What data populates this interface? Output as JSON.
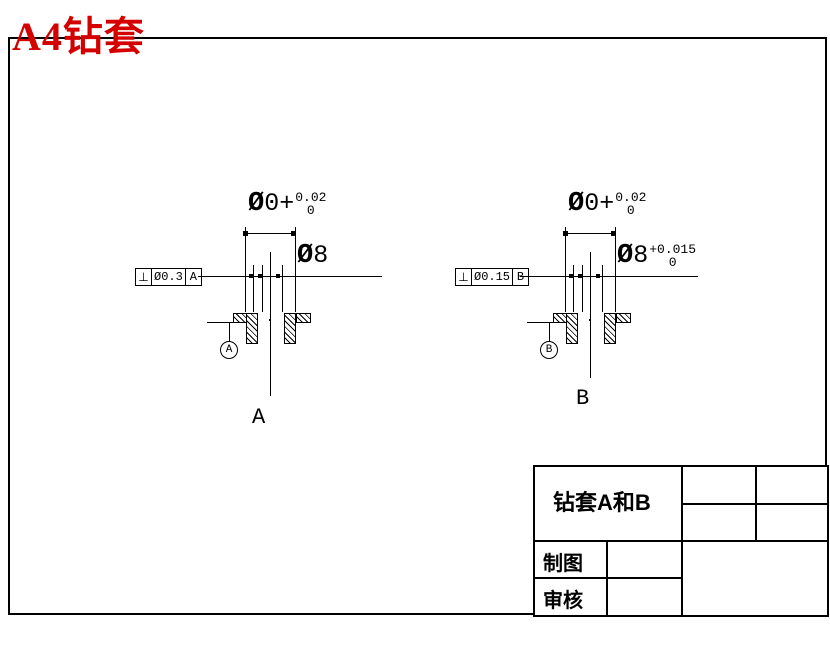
{
  "page_title": {
    "text": "A4钻套",
    "color": "#d40000"
  },
  "colors": {
    "line": "#000000",
    "background": "#ffffff",
    "title_red": "#d40000"
  },
  "views": [
    {
      "view_label": "A",
      "datum_bubble": "A",
      "top_dimension": {
        "diameter_symbol": "Ø",
        "nominal": "0+",
        "upper_tolerance": "0.02",
        "lower_tolerance": "0"
      },
      "bore_dimension": {
        "diameter_symbol": "Ø",
        "nominal": "8",
        "upper_tolerance": "",
        "lower_tolerance": ""
      },
      "feature_control_frame": {
        "symbol": "⊥",
        "symbol_name": "perpendicularity",
        "tolerance": "Ø0.3",
        "datum": "A"
      }
    },
    {
      "view_label": "B",
      "datum_bubble": "B",
      "top_dimension": {
        "diameter_symbol": "Ø",
        "nominal": "0+",
        "upper_tolerance": "0.02",
        "lower_tolerance": "0"
      },
      "bore_dimension": {
        "diameter_symbol": "Ø",
        "nominal": "8",
        "upper_tolerance": "+0.015",
        "lower_tolerance": "0"
      },
      "feature_control_frame": {
        "symbol": "⊥",
        "symbol_name": "perpendicularity",
        "tolerance": "Ø0.15",
        "datum": "B"
      }
    }
  ],
  "title_block": {
    "part_name": "钻套A和B",
    "rows": [
      {
        "label": "制图",
        "value": ""
      },
      {
        "label": "审核",
        "value": ""
      }
    ]
  }
}
